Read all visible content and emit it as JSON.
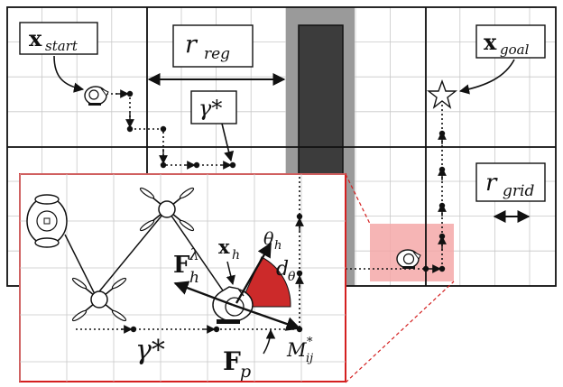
{
  "labels": {
    "x_start": "x",
    "x_start_sub": "start",
    "x_goal": "x",
    "x_goal_sub": "goal",
    "r_reg": "r",
    "r_reg_sub": "reg",
    "r_grid": "r",
    "r_grid_sub": "grid",
    "gamma_star": "γ*",
    "gamma_star_inset": "γ*",
    "x_h": "x",
    "x_h_sub": "h",
    "theta_h": "θ",
    "theta_h_sub": "h",
    "d_theta": "d",
    "d_theta_sub": "θ",
    "F_h": "F",
    "F_h_sub": "h",
    "F_h_sup": "λ",
    "F_p": "F",
    "F_p_sub": "p",
    "M_ij": "M",
    "M_ij_sub": "ij",
    "M_ij_sup": "*"
  },
  "colors": {
    "grid_line": "#c8c8c8",
    "region_line": "#111111",
    "obstacle": "#3c3c3c",
    "obstacle_margin": "#9a9a9a",
    "inset_border": "#d42020",
    "highlight_cell": "#f5a8a8",
    "sector_fill": "#cc2a2a"
  },
  "icons": [
    "drone-icon",
    "human-icon",
    "star-goal-icon",
    "wheelchair-robot-icon"
  ]
}
